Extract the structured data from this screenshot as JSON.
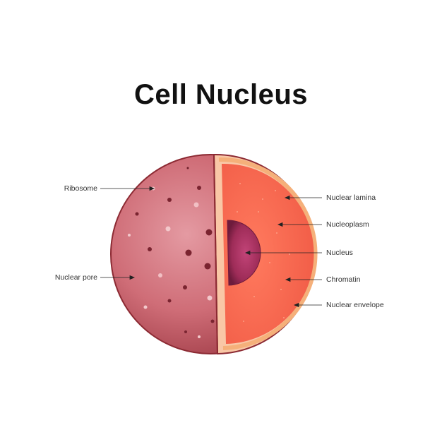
{
  "title": "Cell Nucleus",
  "labels": {
    "ribosome": "Ribosome",
    "nuclear_pore": "Nuclear pore",
    "nuclear_lamina": "Nuclear lamina",
    "nucleoplasm": "Nucleoplasm",
    "nucleus": "Nucleus",
    "chromatin": "Chromatin",
    "nuclear_envelope": "Nuclear envelope"
  },
  "colors": {
    "outer_surface": "#cf6d77",
    "cut_interior": "#f46a52",
    "envelope_edge": "#8c2a33",
    "nucleolus": "#a8305e",
    "lamina": "#f5b07a"
  }
}
